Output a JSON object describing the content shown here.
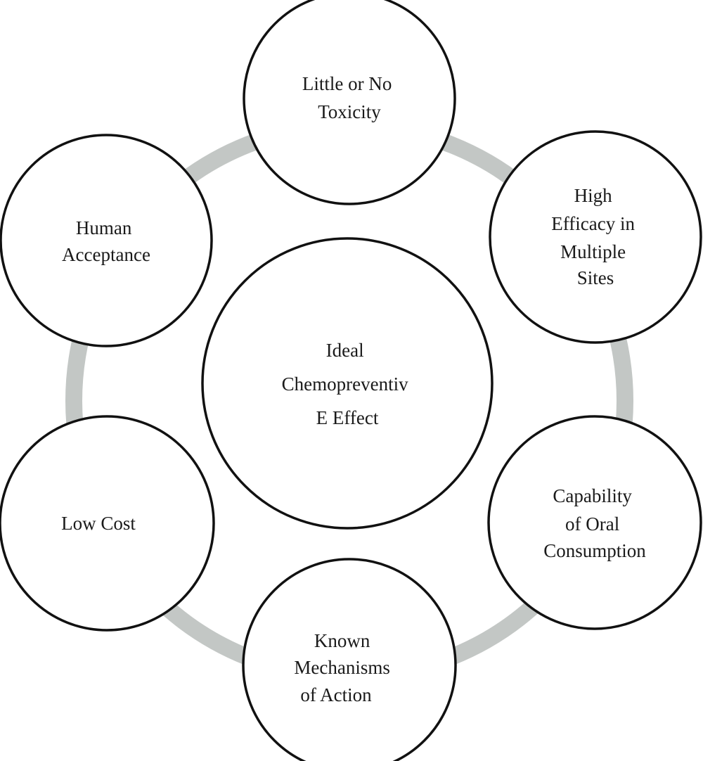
{
  "center": {
    "lines": [
      "Ideal",
      "Chemopreventiv",
      "E Effect"
    ]
  },
  "nodes": [
    {
      "id": "little-or-no-toxicity",
      "lines": [
        "Little or No",
        "Toxicity"
      ]
    },
    {
      "id": "high-efficacy",
      "lines": [
        "High",
        "Efficacy in",
        "Multiple",
        "Sites"
      ]
    },
    {
      "id": "oral-consumption",
      "lines": [
        "Capability",
        "of Oral",
        "Consumption"
      ]
    },
    {
      "id": "known-mechanisms",
      "lines": [
        "Known",
        "Mechanisms",
        "of Action"
      ]
    },
    {
      "id": "low-cost",
      "lines": [
        "Low Cost"
      ]
    },
    {
      "id": "human-acceptance",
      "lines": [
        "Human",
        "Acceptance"
      ]
    }
  ],
  "colors": {
    "ring": "#c3c7c5",
    "circle_stroke": "#111111",
    "circle_fill": "#ffffff",
    "text": "#1a1a1a"
  }
}
